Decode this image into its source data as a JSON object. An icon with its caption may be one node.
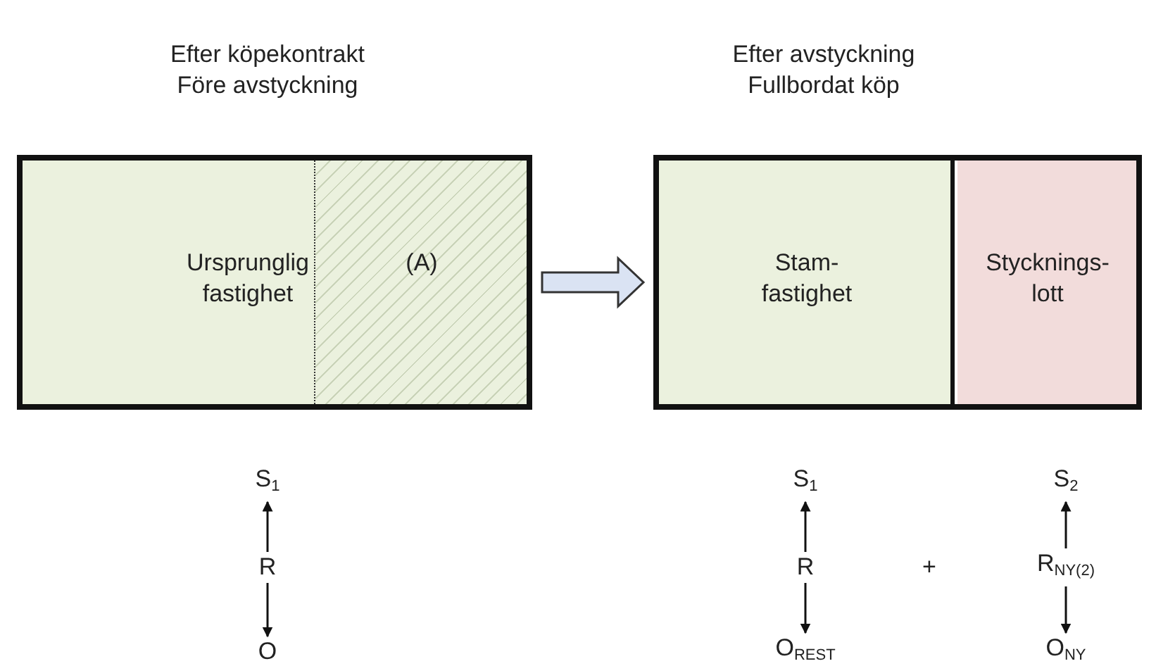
{
  "diagram": {
    "nodes": [
      {
        "text": [
          "Ursprunglig fastighet"
        ]
      },
      {
        "text": [
          "(A)"
        ],
        "in": 0
      },
      {
        "text": [],
        "shape": "box"
      },
      {
        "text": [
          "Stam- fastighet"
        ],
        "in": 2
      },
      {
        "text": [
          "Stycknings- lott"
        ],
        "in": 2
      },
      {
        "text": [
          "S$_{1}$"
        ]
      },
      {
        "text": [
          "R"
        ]
      },
      {
        "text": [
          "O"
        ]
      },
      {
        "text": [
          "S$_{1}$"
        ]
      },
      {
        "text": [
          "R"
        ]
      },
      {
        "text": [
          "O$_{REST}$"
        ]
      },
      {
        "text": [
          "S$_{2}$"
        ]
      },
      {
        "text": [
          "R$_{NY(2)}$"
        ]
      },
      {
        "text": [
          "O$_{NY}$"
        ]
      }
    ],
    "edges": [
      {
        "from": 0,
        "to": 2,
        "arrow": "to"
      },
      {
        "from": 6,
        "to": 5,
        "arrow": "to"
      },
      {
        "from": 6,
        "to": 7,
        "arrow": "to"
      },
      {
        "from": 9,
        "to": 8,
        "arrow": "to"
      },
      {
        "from": 9,
        "to": 10,
        "arrow": "to"
      },
      {
        "from": 12,
        "to": 11,
        "arrow": "to"
      },
      {
        "from": 12,
        "to": 13,
        "arrow": "to"
      }
    ],
    "labels": [
      "Efter köpekontrakt Före avstyckning",
      "Efter avstyckning Fullbordat köp",
      "+"
    ]
  }
}
